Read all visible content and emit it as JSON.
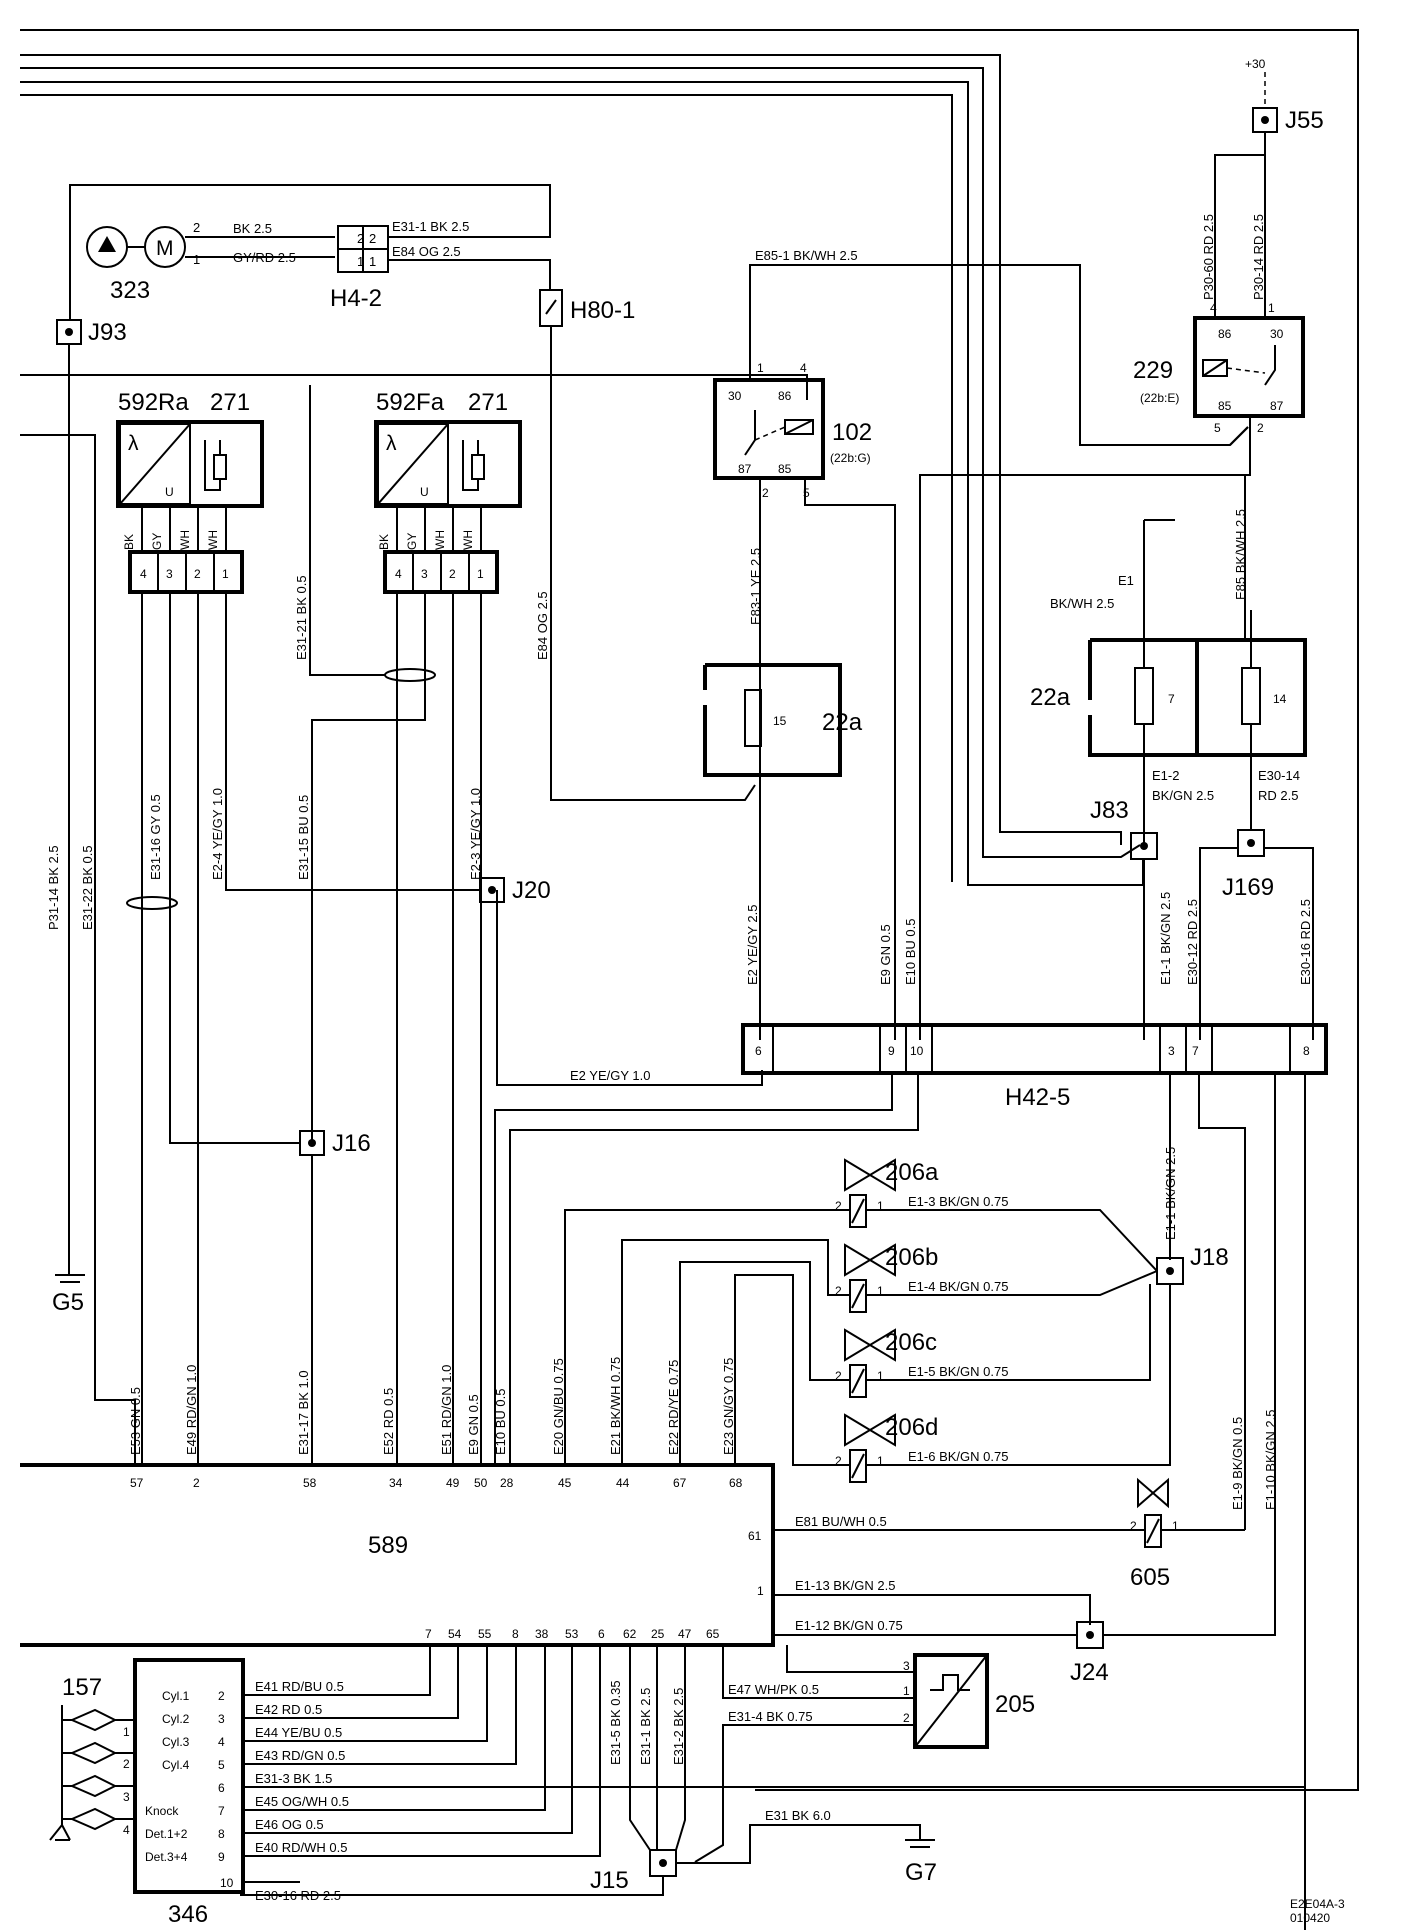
{
  "components": {
    "c323": "323",
    "h4_2": "H4-2",
    "j93": "J93",
    "h80_1": "H80-1",
    "c592ra": "592Ra",
    "c592fa": "592Fa",
    "c271a": "271",
    "c271b": "271",
    "c102": "102",
    "c102_ref": "(22b:G)",
    "c229": "229",
    "c229_ref": "(22b:E)",
    "j55": "J55",
    "plus30": "+30",
    "c22a_left": "22a",
    "c22a_right": "22a",
    "j83": "J83",
    "j169": "J169",
    "j20": "J20",
    "j16": "J16",
    "g5": "G5",
    "h42_5": "H42-5",
    "c206a": "206a",
    "c206b": "206b",
    "c206c": "206c",
    "c206d": "206d",
    "j18": "J18",
    "c589": "589",
    "c605": "605",
    "j24": "J24",
    "c205": "205",
    "c157": "157",
    "c346": "346",
    "j15": "J15",
    "g7": "G7",
    "ref_code_1": "E2E04A-3",
    "ref_code_2": "010420"
  },
  "wires": {
    "w_m2": "BK  2.5",
    "w_m1": "GY/RD  2.5",
    "w_e31_1": "E31-1  BK   2.5",
    "w_e84": "E84  OG   2.5",
    "w_e85_1": "E85-1  BK/WH  2.5",
    "w_p30_60": "P30-60  RD  2.5",
    "w_p30_14": "P30-14  RD  2.5",
    "w_e31_21": "E31-21  BK  0.5",
    "w_e84v": "E84  OG  2.5",
    "w_e83_1": "E83-1  YE  2.5",
    "w_e1": "E1",
    "w_e1b": "BK/WH  2.5",
    "w_e85": "E85  BK/WH  2.5",
    "w_e1_2a": "E1-2",
    "w_e1_2b": "BK/GN  2.5",
    "w_e30_14a": "E30-14",
    "w_e30_14b": "RD  2.5",
    "w_p31_14": "P31-14  BK   2.5",
    "w_e31_22": "E31-22  BK   0.5",
    "w_e31_16": "E31-16  GY  0.5",
    "w_e2_4": "E2-4   YE/GY  1.0",
    "w_e31_15": "E31-15  BU  0.5",
    "w_e2_3": "E2-3   YE/GY  1.0",
    "w_e2v": "E2   YE/GY  2.5",
    "w_e9": "E9   GN  0.5",
    "w_e10": "E10  BU  0.5",
    "w_e1_1v": "E1-1  BK/GN  2.5",
    "w_e30_12": "E30-12  RD  2.5",
    "w_e30_16v": "E30-16  RD  2.5",
    "w_e2h": "E2    YE/GY  1.0",
    "w_e1_1l": "E1-1  BK/GN  2.5",
    "w_e1_3": "E1-3   BK/GN  0.75",
    "w_e1_4": "E1-4   BK/GN  0.75",
    "w_e1_5": "E1-5   BK/GN  0.75",
    "w_e1_6": "E1-6   BK/GN  0.75",
    "w_e1_9": "E1-9  BK/GN  0.5",
    "w_e1_10": "E1-10  BK/GN  2.5",
    "w_e53": "E53   GN  0.5",
    "w_e49": "E49   RD/GN  1.0",
    "w_e31_17": "E31-17  BK  1.0",
    "w_e52": "E52   RD  0.5",
    "w_e51": "E51   RD/GN  1.0",
    "w_e9b": "E9   GN  0.5",
    "w_e10b": "E10   BU  0.5",
    "w_e20": "E20   GN/BU  0.75",
    "w_e21": "E21   BK/WH  0.75",
    "w_e22": "E22   RD/YE  0.75",
    "w_e23": "E23   GN/GY  0.75",
    "w_e81": "E81   BU/WH  0.5",
    "w_e1_13": "E1-13  BK/GN  2.5",
    "w_e1_12": "E1-12  BK/GN  0.75",
    "w_e41": "E41   RD/BU   0.5",
    "w_e42": "E42   RD   0.5",
    "w_e44": "E44   YE/BU   0.5",
    "w_e43": "E43   RD/GN   0.5",
    "w_e31_3": "E31-3   BK    1.5",
    "w_e45": "E45   OG/WH   0.5",
    "w_e46": "E46   OG   0.5",
    "w_e40": "E40   RD/WH   0.5",
    "w_e30_16": "E30-16    RD    2.5",
    "w_e47": "E47   WH/PK  0.5",
    "w_e31_4": "E31-4   BK    0.75",
    "w_e31_5": "E31-5  BK  0.35",
    "w_e31_1v": "E31-1  BK  2.5",
    "w_e31_2": "E31-2  BK  2.5",
    "w_e31": "E31   BK   6.0"
  },
  "pins_589": [
    "57",
    "2",
    "58",
    "34",
    "49",
    "50",
    "28",
    "45",
    "44",
    "67",
    "68",
    "61",
    "1",
    "7",
    "54",
    "55",
    "8",
    "38",
    "53",
    "6",
    "62",
    "25",
    "47",
    "65"
  ],
  "pins_346": [
    "Cyl.1",
    "Cyl.2",
    "Cyl.3",
    "Cyl.4",
    "Knock",
    "Det.1+2",
    "Det.3+4"
  ],
  "pins_346_no": [
    "2",
    "3",
    "4",
    "5",
    "6",
    "7",
    "8",
    "9",
    "10"
  ],
  "plug_592": [
    "BK",
    "GY",
    "WH",
    "WH",
    "4",
    "3",
    "2",
    "1"
  ],
  "relay_102": [
    "30",
    "86",
    "87",
    "85",
    "1",
    "4",
    "2",
    "5"
  ],
  "relay_229": [
    "86",
    "30",
    "85",
    "87",
    "4",
    "1",
    "5",
    "2"
  ],
  "h42_pins": [
    "6",
    "9",
    "10",
    "3",
    "7",
    "8"
  ],
  "fuses": [
    "15",
    "7",
    "14"
  ],
  "h4_pins": [
    "2",
    "1",
    "2",
    "1"
  ],
  "pin_605": [
    "2",
    "1"
  ],
  "pins_205": [
    "3",
    "1",
    "2"
  ],
  "pins_206": [
    "2",
    "1"
  ],
  "symbols": {
    "lambda": "λ",
    "u": "U",
    "m": "M"
  }
}
